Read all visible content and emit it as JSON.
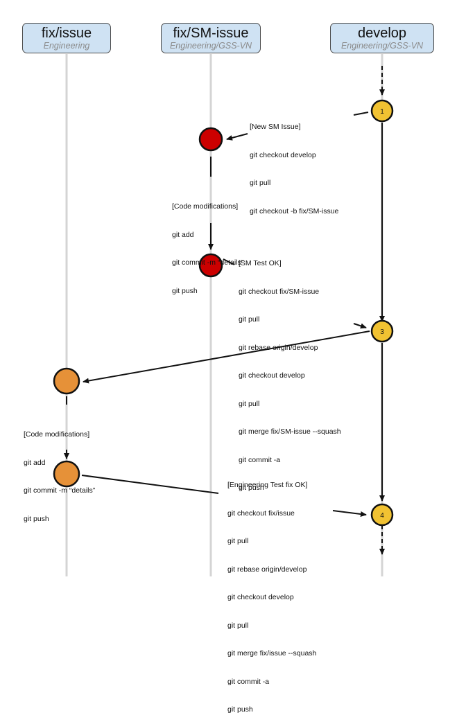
{
  "branches": [
    {
      "name": "fix/issue",
      "repo": "Engineering"
    },
    {
      "name": "fix/SM-issue",
      "repo": "Engineering/GSS-VN"
    },
    {
      "name": "develop",
      "repo": "Engineering/GSS-VN"
    }
  ],
  "nodes": {
    "develop_1": "1",
    "develop_3": "3",
    "develop_4": "4"
  },
  "notes": {
    "new_sm_issue": [
      "[New SM Issue]",
      "git checkout develop",
      "git pull",
      "git checkout -b fix/SM-issue"
    ],
    "sm_code_mods": [
      "[Code modifications]",
      "git add",
      "git commit -m “details”",
      "git push"
    ],
    "sm_test_ok": [
      "[SM Test OK]",
      "git checkout fix/SM-issue",
      "git pull",
      "git rebase origin/develop",
      "git checkout develop",
      "git pull",
      "git merge fix/SM-issue --squash",
      "git commit -a",
      "git push"
    ],
    "eng_code_mods": [
      "[Code modifications]",
      "git add",
      "git commit -m “details”",
      "git push"
    ],
    "eng_test_ok": [
      "[Engineering Test fix OK]",
      "git checkout fix/issue",
      "git pull",
      "git rebase origin/develop",
      "git checkout develop",
      "git pull",
      "git merge fix/issue --squash",
      "git commit -a",
      "git push"
    ]
  },
  "colors": {
    "lane_line": "#d4d4d4",
    "header_fill": "#cfe2f3",
    "red_node": "#cc0000",
    "orange_node": "#e69138",
    "yellow_node": "#f1c232"
  }
}
